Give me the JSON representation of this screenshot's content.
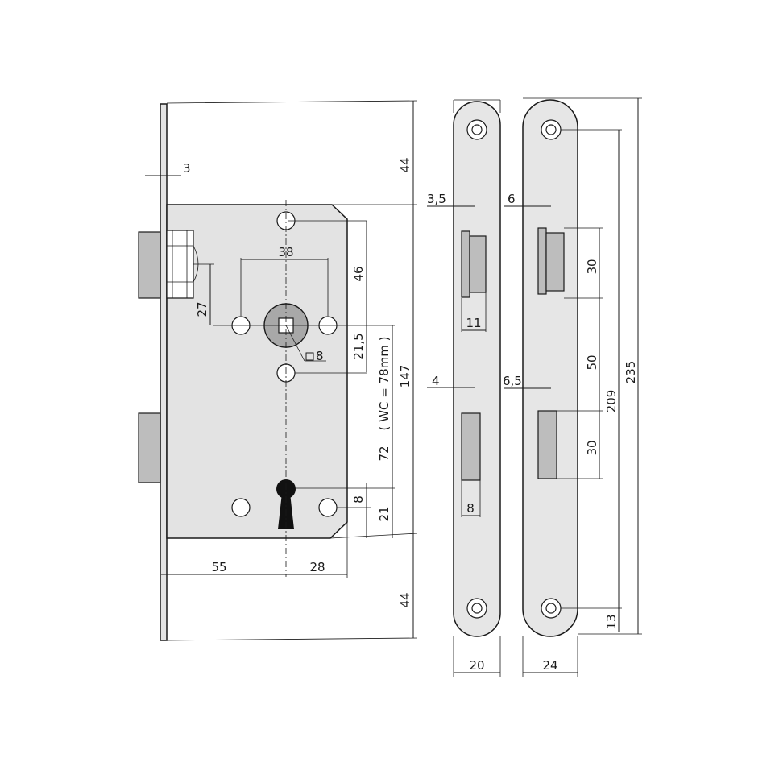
{
  "drawing": {
    "dimensions": {
      "faceplate_thickness": "3",
      "top_offset": "44",
      "bottom_offset": "44",
      "hole_spacing": "38",
      "handle_to_top_hole": "46",
      "latch_offset": "27",
      "follower_to_lower_hole": "21,5",
      "follower_size": "8",
      "wc_spacing": "( WC = 78mm )",
      "handle_to_key": "72",
      "key_to_hole": "8",
      "key_to_bottom": "21",
      "case_height": "147",
      "backset": "55",
      "case_depth": "28",
      "plate1_top_inset": "3,5",
      "plate1_latch_width": "11",
      "plate1_mid_inset": "4",
      "plate1_bolt_width": "8",
      "plate1_width": "20",
      "plate2_top_inset": "6",
      "plate2_mid_inset": "6,5",
      "plate2_latch_height": "30",
      "plate2_gap": "50",
      "plate2_bolt_height": "30",
      "plate2_hole_spacing": "209",
      "plate2_length": "235",
      "plate2_hole_offset": "13",
      "plate2_width": "24"
    }
  }
}
